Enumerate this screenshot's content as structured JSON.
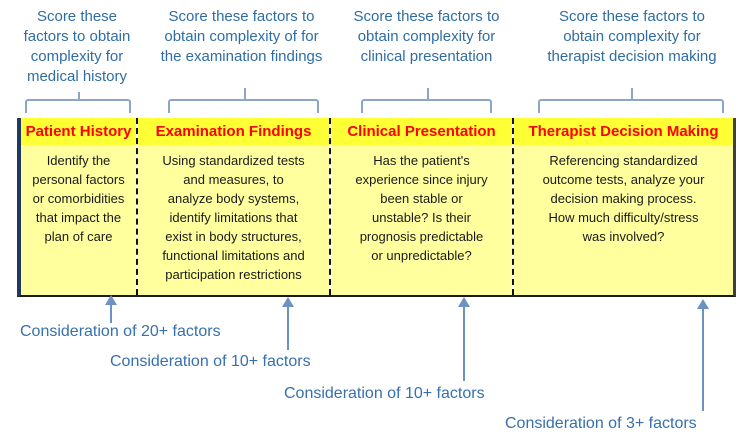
{
  "diagram": {
    "title": "Complexity scoring factors diagram",
    "columns": [
      {
        "top_note": "Score these\nfactors to obtain\ncomplexity for\nmedical history",
        "header": "Patient History",
        "body": "Identify the\npersonal factors\nor comorbidities\nthat impact the\nplan of care",
        "bottom_note": "Consideration of 20+ factors"
      },
      {
        "top_note": "Score these factors to\nobtain  complexity of for\nthe examination findings",
        "header": "Examination Findings",
        "body": "Using standardized tests\nand measures, to\nanalyze body systems,\nidentify limitations that\nexist in body structures,\nfunctional limitations and\nparticipation restrictions",
        "bottom_note": "Consideration of 10+ factors"
      },
      {
        "top_note": "Score these factors to\nobtain complexity for\nclinical presentation",
        "header": "Clinical Presentation",
        "body": "Has the patient's\nexperience since injury\nbeen stable or\nunstable?  Is their\nprognosis predictable\nor unpredictable?",
        "bottom_note": "Consideration of 10+ factors"
      },
      {
        "top_note": "Score these factors to\nobtain complexity for\ntherapist decision making",
        "header": "Therapist Decision Making",
        "body": "Referencing standardized\noutcome tests, analyze your\ndecision making process.\nHow much difficulty/stress\nwas involved?",
        "bottom_note": "Consideration of 3+ factors"
      }
    ],
    "colors": {
      "note_blue": "#2E6DA4",
      "label_blue": "#3670AE",
      "arrow_blue": "#6C92C4",
      "brace_blue": "#8BA6C9",
      "header_text_red": "#FF0000",
      "header_yellow": "#FFFF35",
      "body_yellow": "#FFFF9E"
    }
  }
}
